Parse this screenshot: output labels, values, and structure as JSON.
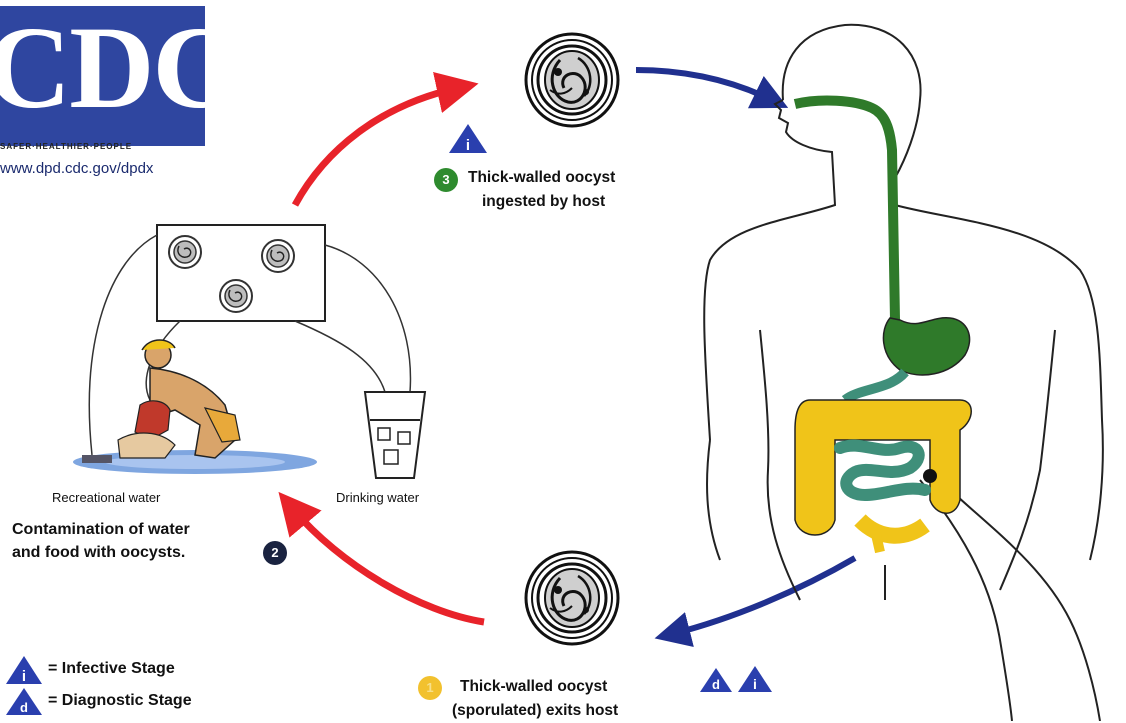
{
  "logo": {
    "text": "CDC",
    "tagline": "SAFER·HEALTHIER·PEOPLE",
    "url": "www.dpd.cdc.gov/dpdx"
  },
  "steps": {
    "step2": {
      "number": "2",
      "line1": "Contamination of water",
      "line2": "and food with oocysts."
    },
    "step3": {
      "number": "3",
      "line1": "Thick-walled oocyst",
      "line2": "ingested by host"
    },
    "step1": {
      "number": "1",
      "line1": "Thick-walled oocyst",
      "line2": "(sporulated) exits host"
    }
  },
  "labels": {
    "recreational_water": "Recreational water",
    "drinking_water": "Drinking water"
  },
  "legend": {
    "infective": {
      "symbol": "i",
      "label": "= Infective Stage"
    },
    "diagnostic": {
      "symbol": "d",
      "label": "= Diagnostic Stage"
    }
  },
  "colors": {
    "logo_bg": "#2f46a0",
    "arrow_environment": "#e8232a",
    "arrow_host": "#20308f",
    "step3_badge": "#2e8b2e",
    "step2_badge": "#1a2340",
    "step1_badge": "#f2c12e",
    "stomach_esophagus": "#2f7a2a",
    "small_intestine": "#3f8f7a",
    "colon": "#f0c419",
    "legend_triangle": "#2a3fae"
  }
}
